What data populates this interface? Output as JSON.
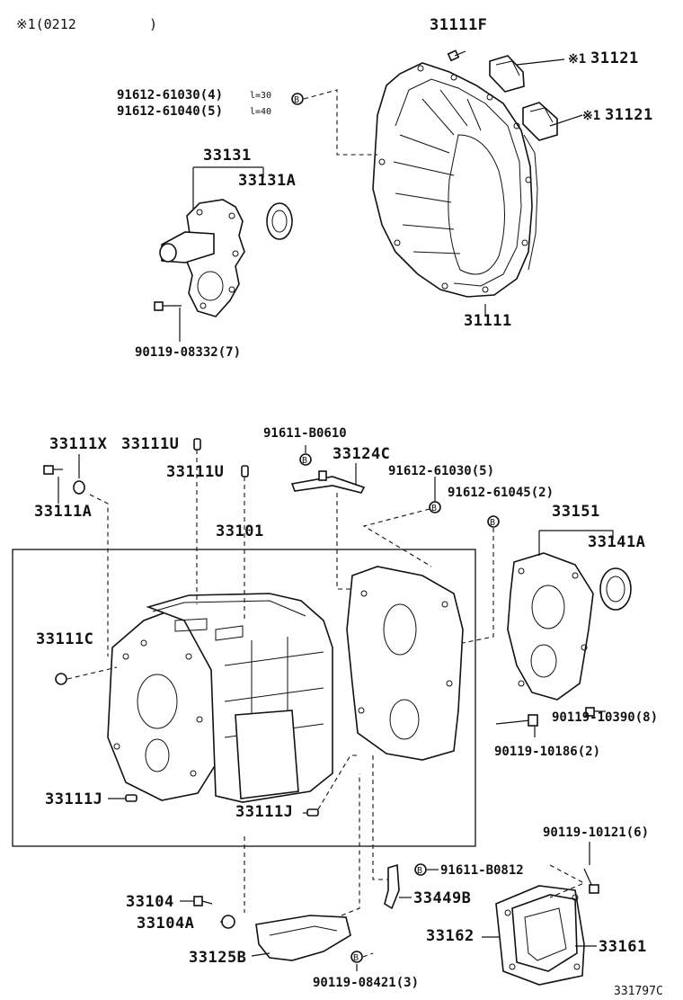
{
  "header_note": "※1(0212         )",
  "parts": {
    "p31111F": "31111F",
    "p31121_a_mark": "※1",
    "p31121_a": "31121",
    "p31121_b_mark": "※1",
    "p31121_b": "31121",
    "p91612_61030_4": "91612-61030(4)",
    "p91612_61030_4_len": "l=30",
    "p91612_61040_5": "91612-61040(5)",
    "p91612_61040_5_len": "l=40",
    "p33131": "33131",
    "p33131A": "33131A",
    "p31111": "31111",
    "p90119_08332": "90119-08332(7)",
    "p33111X": "33111X",
    "p33111U_a": "33111U",
    "p33111U_b": "33111U",
    "p33111A": "33111A",
    "p91611_B0610": "91611-B0610",
    "p33124C": "33124C",
    "p91612_61030_5": "91612-61030(5)",
    "p91612_61045_2": "91612-61045(2)",
    "p33101": "33101",
    "p33151": "33151",
    "p33141A": "33141A",
    "p33111C": "33111C",
    "p90119_10390": "90119-10390(8)",
    "p90119_10186": "90119-10186(2)",
    "p33111J_a": "33111J",
    "p33111J_b": "33111J",
    "p90119_10121": "90119-10121(6)",
    "p91611_B0812": "91611-B0812",
    "p33449B": "33449B",
    "p33104": "33104",
    "p33104A": "33104A",
    "p33162": "33162",
    "p33161": "33161",
    "p33125B": "33125B",
    "p90119_08421": "90119-08421(3)"
  },
  "marker_letter": "B",
  "figure_code": "331797C"
}
